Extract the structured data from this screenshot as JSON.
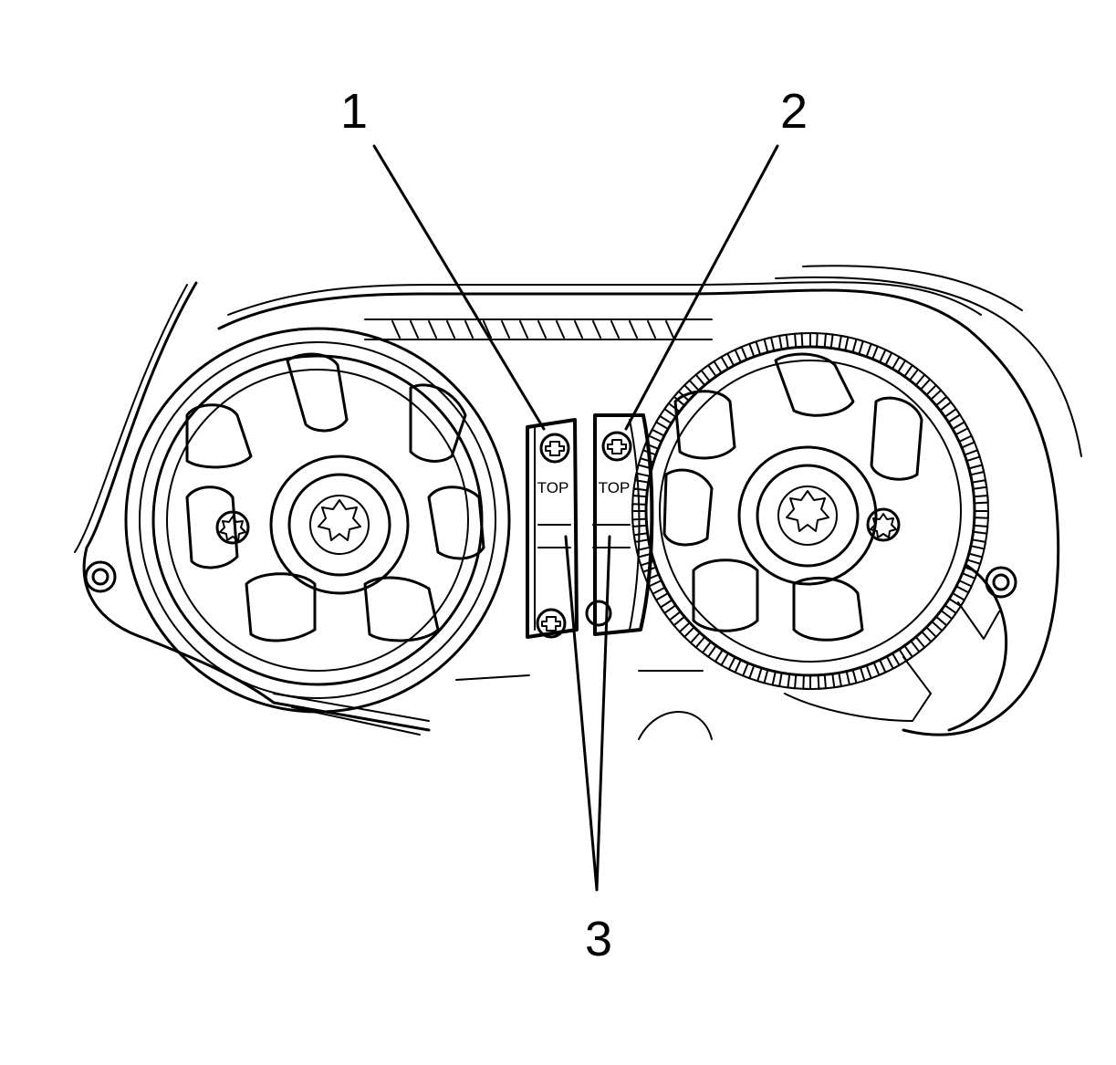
{
  "diagram": {
    "callouts": [
      {
        "id": "callout-1",
        "label": "1"
      },
      {
        "id": "callout-2",
        "label": "2"
      },
      {
        "id": "callout-3",
        "label": "3"
      }
    ],
    "tool_labels": {
      "left": "TOP",
      "right": "TOP"
    },
    "colors": {
      "line": "#000000",
      "background": "#ffffff"
    }
  }
}
